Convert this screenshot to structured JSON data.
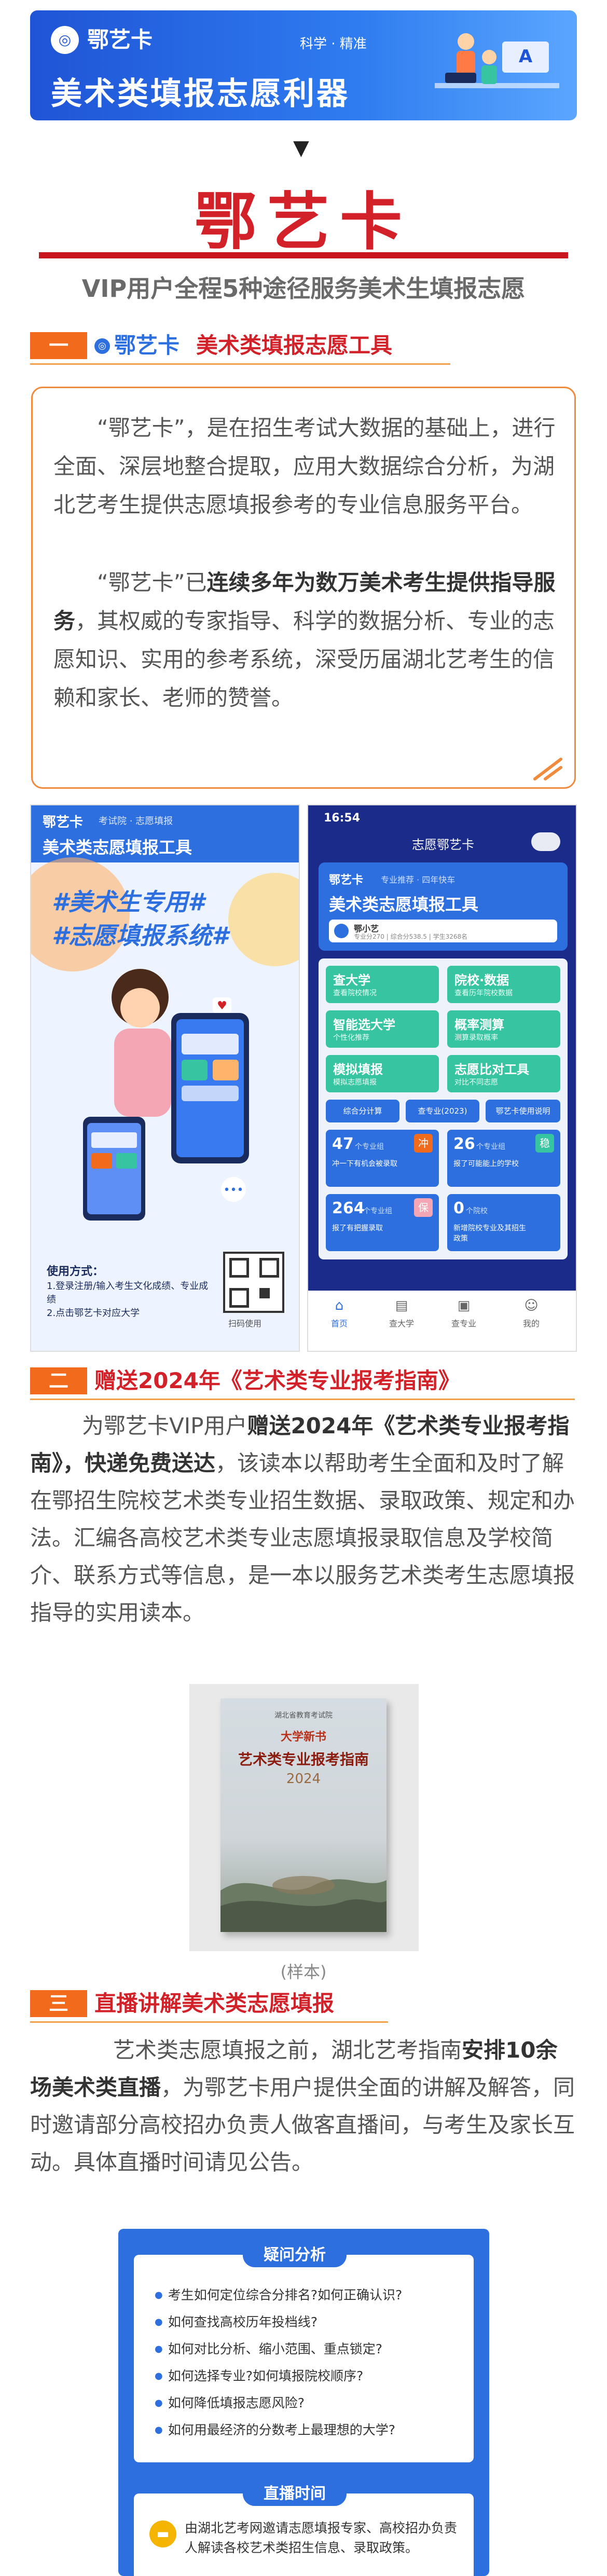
{
  "banner": {
    "brand": "鄂艺卡",
    "slogan": "科学 · 精准",
    "title": "美术类填报志愿利器"
  },
  "header": {
    "arrow": "▼",
    "big_title": "鄂艺卡",
    "subtitle": "VIP用户全程5种途径服务美术生填报志愿"
  },
  "section1": {
    "num": "一",
    "brand": "鄂艺卡",
    "title": "美术类填报志愿工具",
    "para1": "“鄂艺卡”，是在招生考试大数据的基础上，进行全面、深层地整合提取，应用大数据综合分析，为湖北艺考生提供志愿填报参考的专业信息服务平台。",
    "para2_a": "“鄂艺卡”已",
    "para2_bold": "连续多年为数万美术考生提供指导服务",
    "para2_b": "，其权威的专家指导、科学的数据分析、专业的志愿知识、实用的参考系统，深受历届湖北艺考生的信赖和家长、老师的赞誉。"
  },
  "left_poster": {
    "brand": "鄂艺卡",
    "sub": "考试院 · 志愿填报",
    "title": "美术类志愿填报工具",
    "headline1": "#美术生专用#",
    "headline2": "#志愿填报系统#",
    "usage_title": "使用方式：",
    "usage_1": "1.登录注册/输入考生文化成绩、专业成绩",
    "usage_2": "2.点击鄂艺卡对应大学",
    "qr_label": "扫码使用"
  },
  "phone": {
    "time": "16:54",
    "app_title": "志愿鄂艺卡",
    "card_brand": "鄂艺卡",
    "card_sub": "专业推荐 · 四年快车",
    "card_title": "美术类志愿填报工具",
    "user": "鄂小艺",
    "user_info": "专业分270 | 综合分538.5 | 学生3268名",
    "tiles": [
      {
        "t": "查大学",
        "s": "查看院校情况"
      },
      {
        "t": "院校·数据",
        "s": "查看历年院校数据"
      },
      {
        "t": "智能选大学",
        "s": "个性化推荐"
      },
      {
        "t": "概率测算",
        "s": "测算录取概率"
      },
      {
        "t": "模拟填报",
        "s": "模拟志愿填报"
      },
      {
        "t": "志愿比对工具",
        "s": "对比不同志愿"
      }
    ],
    "small_btns": [
      "综合分计算",
      "查专业(2023)",
      "鄂艺卡使用说明"
    ],
    "stats": [
      {
        "n": "47",
        "u": "个专业组",
        "d": "冲一下有机会被录取",
        "badge": "冲"
      },
      {
        "n": "26",
        "u": "个专业组",
        "d": "报了可能能上的学校",
        "badge": "稳"
      },
      {
        "n": "264",
        "u": "个专业组",
        "d": "报了有把握录取",
        "badge": "保"
      },
      {
        "n": "0",
        "u": "个院校",
        "d": "新增院校专业及其招生政策",
        "badge": ""
      }
    ],
    "nav": [
      "首页",
      "查大学",
      "查专业",
      "我的"
    ]
  },
  "section2": {
    "num": "二",
    "title": "赠送2024年《艺术类专业报考指南》",
    "a": "为鄂艺卡VIP用户",
    "bold1": "赠送2024年《艺术类专业报考指南》，快递免费送达",
    "b": "，该读本以帮助考生全面和及时了解在鄂招生院校艺术类专业招生数据、录取政策、规定和办法。汇编各高校艺术类专业志愿填报录取信息及学校简介、联系方式等信息，是一本以服务艺术类考生志愿填报指导的实用读本。",
    "book_top": "湖北省教育考试院",
    "book_year": "大学新书",
    "book_title": "艺术类专业报考指南",
    "book_year2": "2024",
    "caption": "(样本)"
  },
  "section3": {
    "num": "三",
    "title": "直播讲解美术类志愿填报",
    "a": "艺术类志愿填报之前，湖北艺考指南",
    "bold1": "安排10余场美术类直播",
    "b": "，为鄂艺卡用户提供全面的讲解及解答，同时邀请部分高校招办负责人做客直播间，与考生及家长互动。具体直播时间请见公告。"
  },
  "faq": {
    "pill1": "疑问分析",
    "items": [
      "考生如何定位综合分排名?如何正确认识?",
      "如何查找高校历年投档线?",
      "如何对比分析、缩小范围、重点锁定?",
      "如何选择专业?如何填报院校顺序?",
      "如何降低填报志愿风险?",
      "如何用最经济的分数考上最理想的大学?"
    ],
    "pill2": "直播时间",
    "live_text": "由湖北艺考网邀请志愿填报专家、高校招办负责人解读各校艺术类招生信息、录取政策。"
  },
  "colors": {
    "brand_red": "#d3212a",
    "accent_orange": "#f26b1d",
    "banner_blue": "#1f54d6"
  }
}
